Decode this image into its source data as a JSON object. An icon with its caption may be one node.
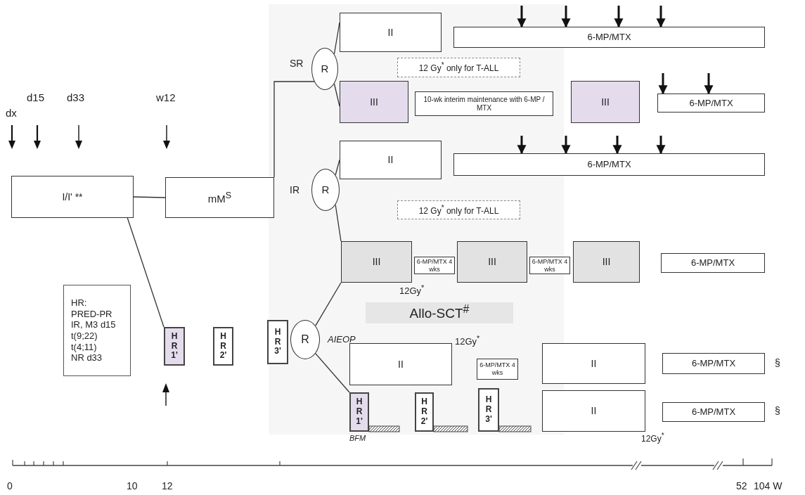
{
  "diagram": {
    "nodes": [
      {
        "text": [
          "I/I' **"
        ]
      },
      {
        "text": [
          "mM$^{S}$"
        ]
      },
      {
        "text": [
          "R"
        ],
        "beside": [
          "SR"
        ]
      },
      {
        "text": [
          "II"
        ]
      },
      {
        "text": [
          "6-MP/MTX"
        ]
      },
      {
        "text": [
          "12 Gy$^{*}$ only for T-ALL"
        ]
      },
      {
        "text": [
          "III"
        ]
      },
      {
        "text": [
          "10-wk interim maintenance with 6-MP / MTX"
        ]
      },
      {
        "text": [
          "III"
        ]
      },
      {
        "text": [
          "6-MP/MTX"
        ]
      },
      {
        "text": [
          "R"
        ],
        "beside": [
          "IR"
        ]
      },
      {
        "text": [
          "II"
        ]
      },
      {
        "text": [
          "6-MP/MTX"
        ]
      },
      {
        "text": [
          "12 Gy$^{*}$ only for T-ALL"
        ]
      },
      {
        "text": [
          "III"
        ]
      },
      {
        "text": [
          "6-MP/MTX 4 wks"
        ]
      },
      {
        "text": [
          "III"
        ]
      },
      {
        "text": [
          "6-MP/MTX 4 wks"
        ]
      },
      {
        "text": [
          "III"
        ]
      },
      {
        "text": [
          "6-MP/MTX"
        ]
      },
      {
        "text": [
          "HR:",
          "PRED-PR",
          "IR, M3 d15",
          "t(9;22)",
          "t(4;11)",
          "NR d33"
        ]
      },
      {
        "text": [
          "H R 1'"
        ]
      },
      {
        "text": [
          "H R 2'"
        ]
      },
      {
        "text": [
          "H R 3'"
        ]
      },
      {
        "text": [
          "R"
        ]
      },
      {
        "text": [
          "Allo-SCT$^{#}$"
        ]
      },
      {
        "text": [
          "II"
        ]
      },
      {
        "text": [
          "6-MP/MTX 4 wks"
        ]
      },
      {
        "text": [
          "II"
        ]
      },
      {
        "text": [
          "6-MP/MTX"
        ],
        "beside": [
          "§"
        ]
      },
      {
        "text": [
          "H R 1'"
        ],
        "beside": [
          "BFM"
        ]
      },
      {
        "text": [
          "H R 2'"
        ]
      },
      {
        "text": [
          "H R 3'"
        ]
      },
      {
        "text": [
          "II"
        ]
      },
      {
        "text": [
          "6-MP/MTX"
        ],
        "beside": [
          "§"
        ]
      }
    ],
    "edges": [
      {
        "from": 0,
        "to": 1,
        "arrow": "none"
      },
      {
        "from": 1,
        "to": 2,
        "arrow": "none"
      },
      {
        "from": 0,
        "to": 21,
        "arrow": "none"
      },
      {
        "from": 2,
        "to": 3,
        "arrow": "none"
      },
      {
        "from": 2,
        "to": 6,
        "arrow": "none"
      },
      {
        "from": 10,
        "to": 11,
        "arrow": "none"
      },
      {
        "from": 10,
        "to": 14,
        "arrow": "none"
      },
      {
        "from": 24,
        "to": 14,
        "arrow": "none"
      },
      {
        "from": 24,
        "to": 30,
        "arrow": "none"
      },
      {
        "from": null,
        "to": 4,
        "arrow": "to"
      },
      {
        "from": null,
        "to": 4,
        "arrow": "to"
      },
      {
        "from": null,
        "to": 4,
        "arrow": "to"
      },
      {
        "from": null,
        "to": 4,
        "arrow": "to"
      },
      {
        "from": null,
        "to": 9,
        "arrow": "to"
      },
      {
        "from": null,
        "to": 9,
        "arrow": "to"
      },
      {
        "from": null,
        "to": 12,
        "arrow": "to"
      },
      {
        "from": null,
        "to": 12,
        "arrow": "to"
      },
      {
        "from": null,
        "to": 12,
        "arrow": "to"
      },
      {
        "from": null,
        "to": 12,
        "arrow": "to"
      }
    ],
    "labels": [
      "dx",
      "d15",
      "d33",
      "w12",
      "12Gy$^{*}$",
      "AIEOP",
      "12Gy$^{*}$",
      "12Gy$^{*}$",
      "0",
      "10",
      "12",
      "52",
      "104 W"
    ]
  }
}
